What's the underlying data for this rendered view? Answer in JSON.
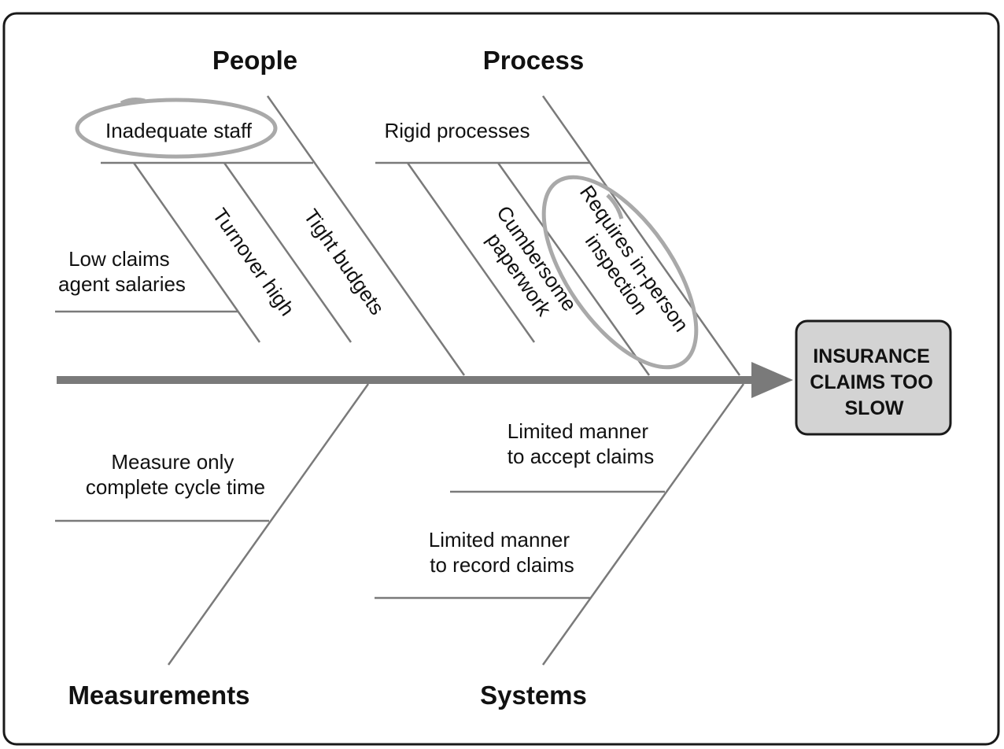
{
  "effect": {
    "lines": [
      "INSURANCE",
      "CLAIMS TOO",
      "SLOW"
    ],
    "box_color": "#d3d3d3"
  },
  "categories": {
    "people": {
      "label": "People",
      "causes": {
        "inadequate_staff": "Inadequate staff",
        "low_claims_salaries": [
          "Low claims",
          "agent salaries"
        ],
        "turnover_high": "Turnover high",
        "tight_budgets": "Tight budgets"
      }
    },
    "process": {
      "label": "Process",
      "causes": {
        "rigid_processes": "Rigid processes",
        "cumbersome_paperwork": [
          "Cumbersome",
          "paperwork"
        ],
        "requires_inspection": [
          "Requires in-person",
          "inspection"
        ]
      }
    },
    "measurements": {
      "label": "Measurements",
      "causes": {
        "measure_cycle_time": [
          "Measure only",
          "complete cycle time"
        ]
      }
    },
    "systems": {
      "label": "Systems",
      "causes": {
        "limited_accept": [
          "Limited manner",
          "to accept claims"
        ],
        "limited_record": [
          "Limited manner",
          "to record claims"
        ]
      }
    }
  },
  "colors": {
    "bone": "#7a7a7a",
    "highlight_ring": "#a9a9a9",
    "frame": "#1a1a1a"
  }
}
